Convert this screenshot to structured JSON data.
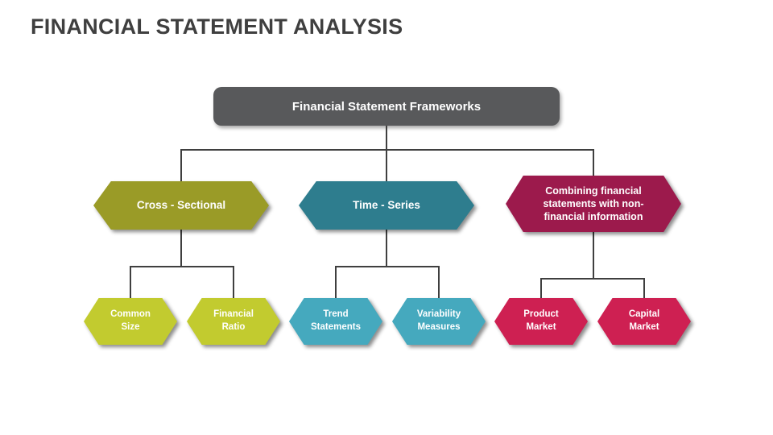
{
  "title": "FINANCIAL STATEMENT ANALYSIS",
  "colors": {
    "title_text": "#3f3f3f",
    "connector_line": "#3f3f3f",
    "root_gray": "#58595B",
    "olive": "#9A9B27",
    "olive_light": "#C2CB2F",
    "teal": "#2E7D8E",
    "teal_light": "#45A9BE",
    "maroon": "#9C1A4C",
    "crimson": "#CE2052"
  },
  "diagram": {
    "root": {
      "label": "Financial Statement Frameworks",
      "color": "#58595B"
    },
    "branches": [
      {
        "id": "cross-sectional",
        "label": "Cross - Sectional",
        "color": "#9A9B27",
        "children": [
          {
            "id": "common-size",
            "label": "Common Size",
            "color": "#C2CB2F"
          },
          {
            "id": "financial-ratio",
            "label": "Financial Ratio",
            "color": "#C2CB2F"
          }
        ]
      },
      {
        "id": "time-series",
        "label": "Time - Series",
        "color": "#2E7D8E",
        "children": [
          {
            "id": "trend-statements",
            "label": "Trend Statements",
            "color": "#45A9BE"
          },
          {
            "id": "variability-measures",
            "label": "Variability Measures",
            "color": "#45A9BE"
          }
        ]
      },
      {
        "id": "combining",
        "label": "Combining financial statements with non-financial information",
        "color": "#9C1A4C",
        "children": [
          {
            "id": "product-market",
            "label": "Product Market",
            "color": "#CE2052"
          },
          {
            "id": "capital-market",
            "label": "Capital Market",
            "color": "#CE2052"
          }
        ]
      }
    ]
  }
}
